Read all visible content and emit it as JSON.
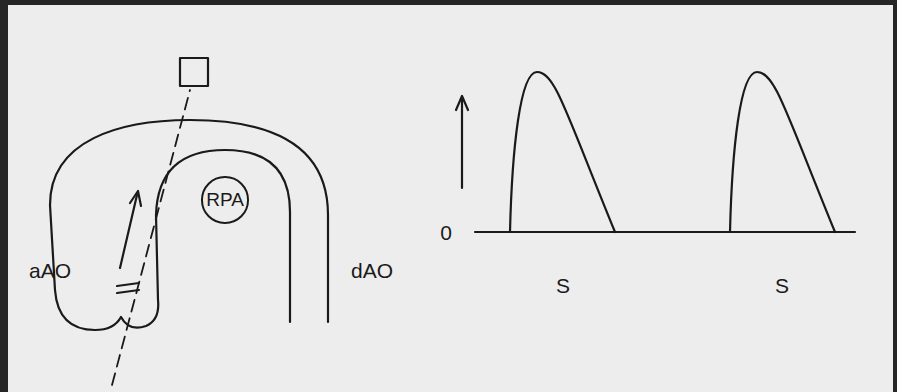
{
  "diagram": {
    "nodes": [
      {
        "text": [
          "RPA"
        ]
      }
    ],
    "labels": [
      "aAO",
      "dAO",
      "0",
      "S",
      "S"
    ]
  }
}
